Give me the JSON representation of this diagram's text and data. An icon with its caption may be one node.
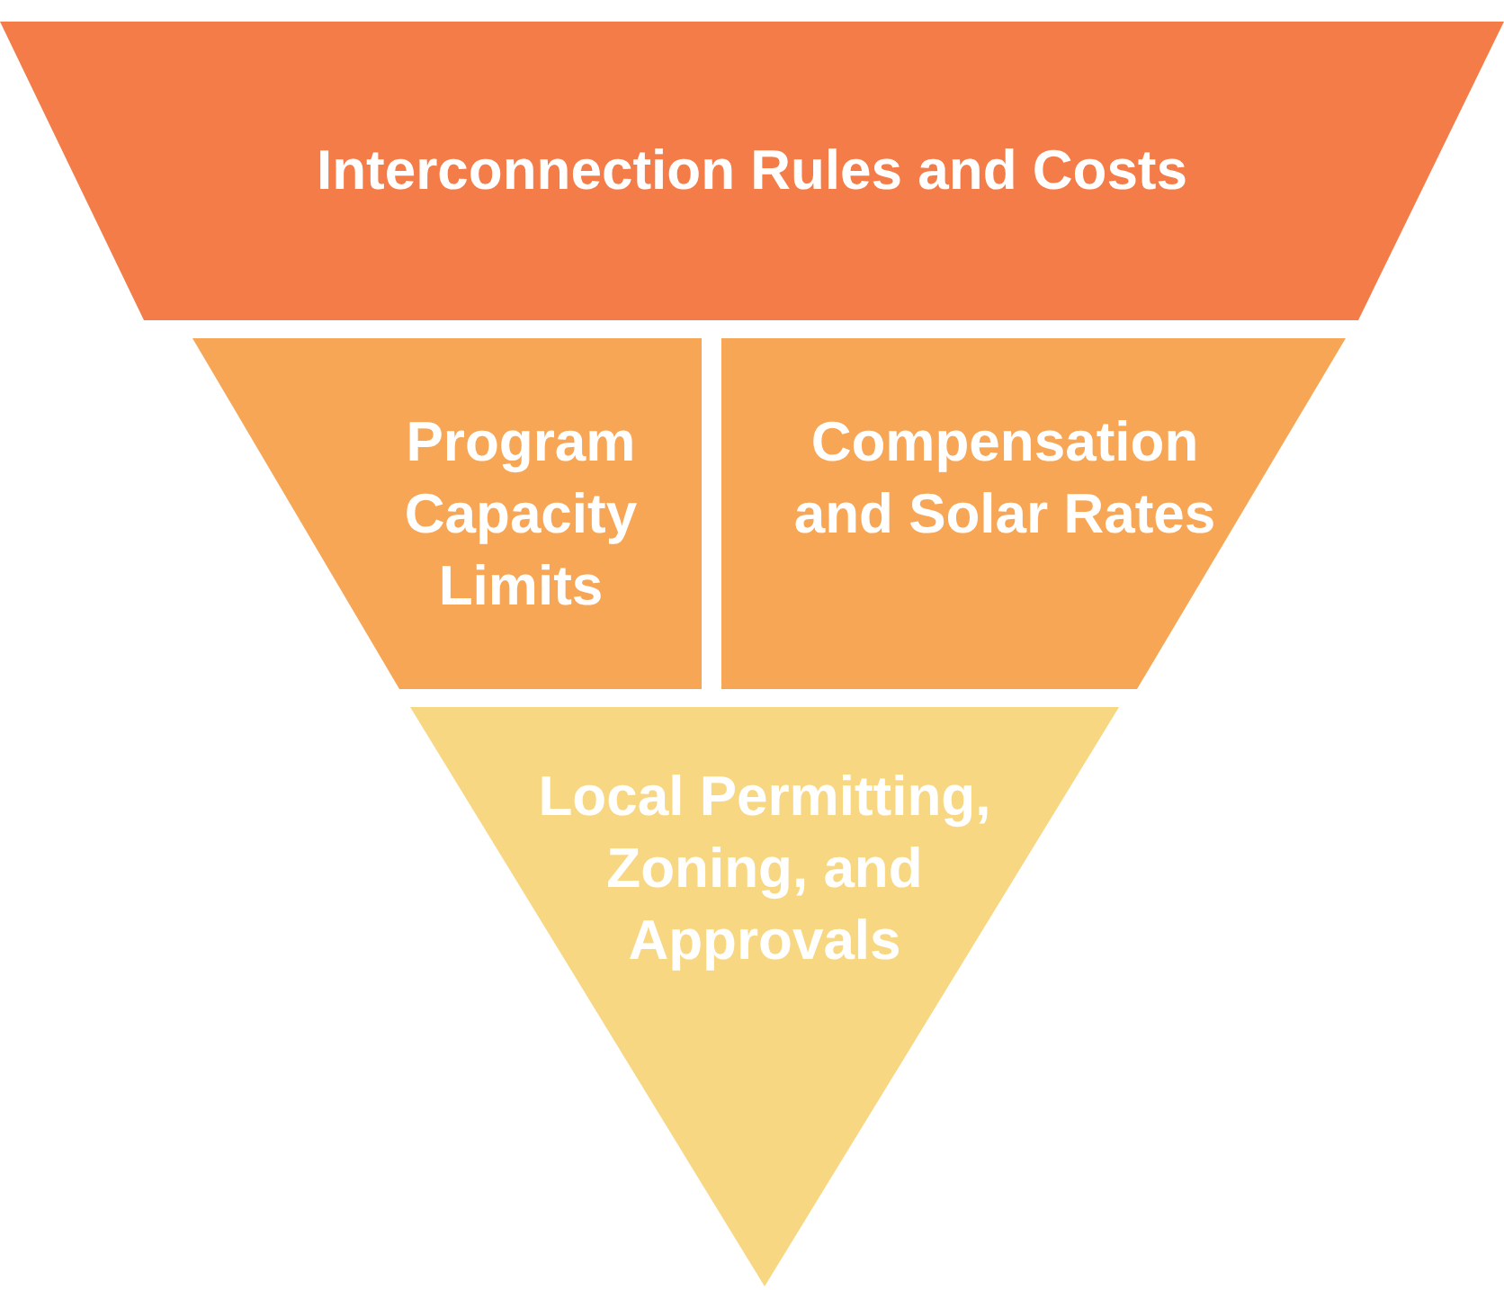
{
  "diagram": {
    "nodes": [
      {
        "text": [
          "Interconnection Rules and Costs"
        ]
      },
      {
        "text": [
          "Program Capacity Limits"
        ]
      },
      {
        "text": [
          "Compensation and Solar Rates"
        ]
      },
      {
        "text": [
          "Local Permitting, Zoning, and Approvals"
        ]
      }
    ]
  }
}
